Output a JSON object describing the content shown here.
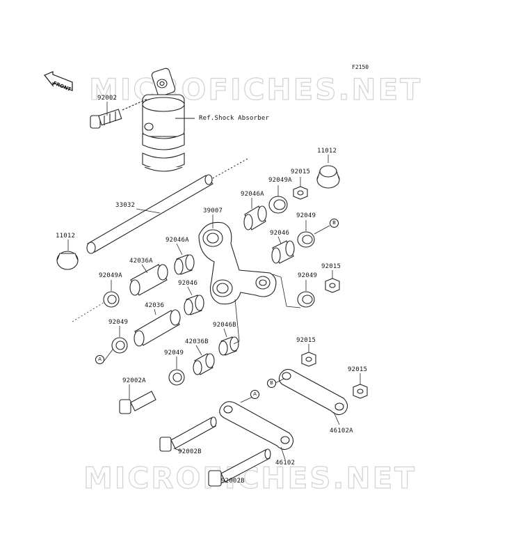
{
  "diagram_code": "F2150",
  "watermark": {
    "top": "MICROFICHES.NET",
    "bottom": "MICROFICHES.NET"
  },
  "front_label": "FRONT",
  "ref_label": "Ref.Shock Absorber",
  "callouts": {
    "A1": "A",
    "A2": "A",
    "B1": "B",
    "B2": "B"
  },
  "parts": {
    "p92002": "92002",
    "p11012_top": "11012",
    "p92015_top": "92015",
    "p92049A_top": "92049A",
    "p92046A_top": "92046A",
    "p33032": "33032",
    "p39007": "39007",
    "p92049_b": "92049",
    "p92046_top": "92046",
    "p11012_left": "11012",
    "p92046A_mid": "92046A",
    "p42036A": "42036A",
    "p92049A_left": "92049A",
    "p92046_mid": "92046",
    "p92015_mid": "92015",
    "p92049_mid": "92049",
    "p42036": "42036",
    "p92049_left": "92049",
    "p92046B": "92046B",
    "p42036B": "42036B",
    "p92015_low": "92015",
    "p92049_low": "92049",
    "p92002A": "92002A",
    "p92015_right": "92015",
    "p46102A": "46102A",
    "p92002B_1": "92002B",
    "p46102": "46102",
    "p92002B_2": "92002B"
  }
}
